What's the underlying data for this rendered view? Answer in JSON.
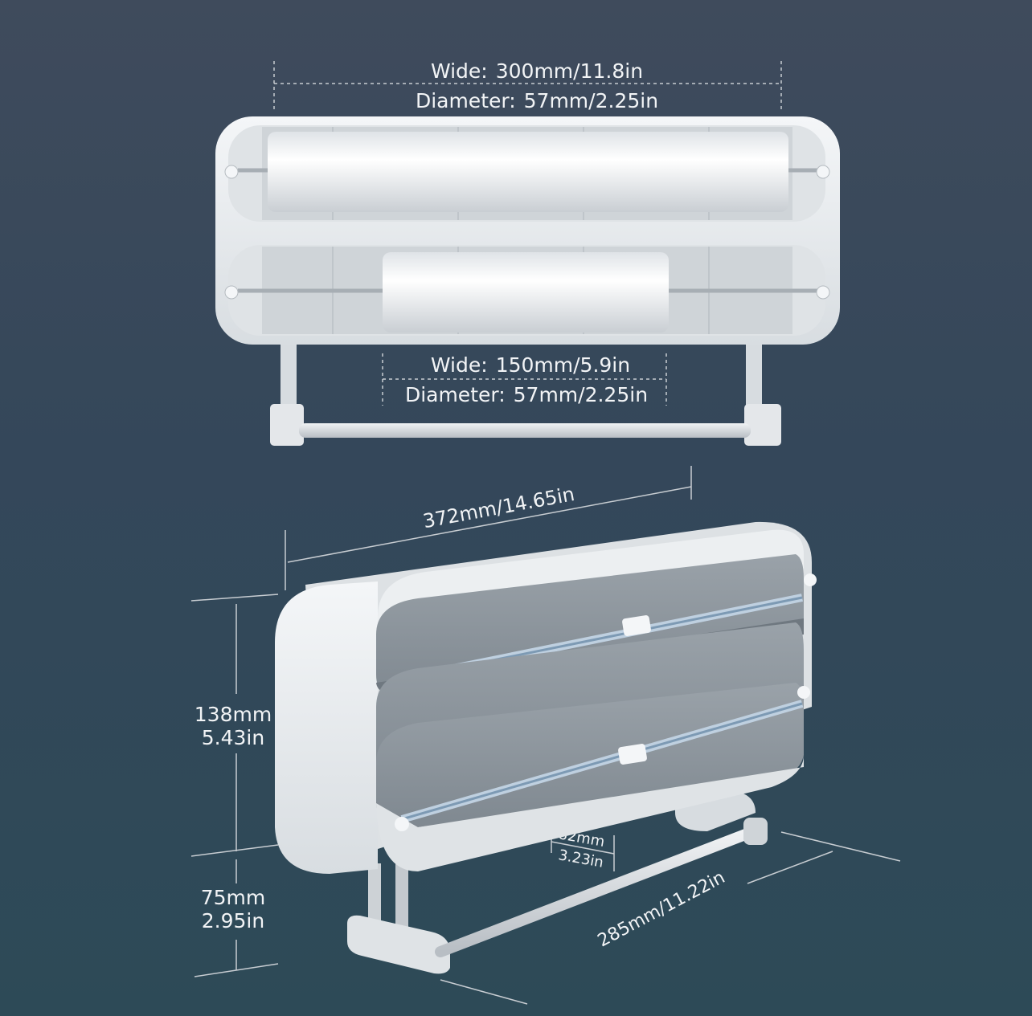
{
  "top_view": {
    "large_roll": {
      "wide_label": "Wide:",
      "wide_value": "300mm/11.8in",
      "diameter_label": "Diameter:",
      "diameter_value": "57mm/2.25in"
    },
    "small_roll": {
      "wide_label": "Wide:",
      "wide_value": "150mm/5.9in",
      "diameter_label": "Diameter:",
      "diameter_value": "57mm/2.25in"
    }
  },
  "perspective_view": {
    "length": "372mm/14.65in",
    "body_height_mm": "138mm",
    "body_height_in": "5.43in",
    "bar_height_mm": "75mm",
    "bar_height_in": "2.95in",
    "bar_gap_mm": "82mm",
    "bar_gap_in": "3.23in",
    "depth": "285mm/11.22in"
  },
  "colors": {
    "background_top": "#3f4b5c",
    "background_bottom": "#2d4a57",
    "housing": "#e9ecef",
    "inner_dark": "#8e979f",
    "text": "#f2f4f6"
  }
}
